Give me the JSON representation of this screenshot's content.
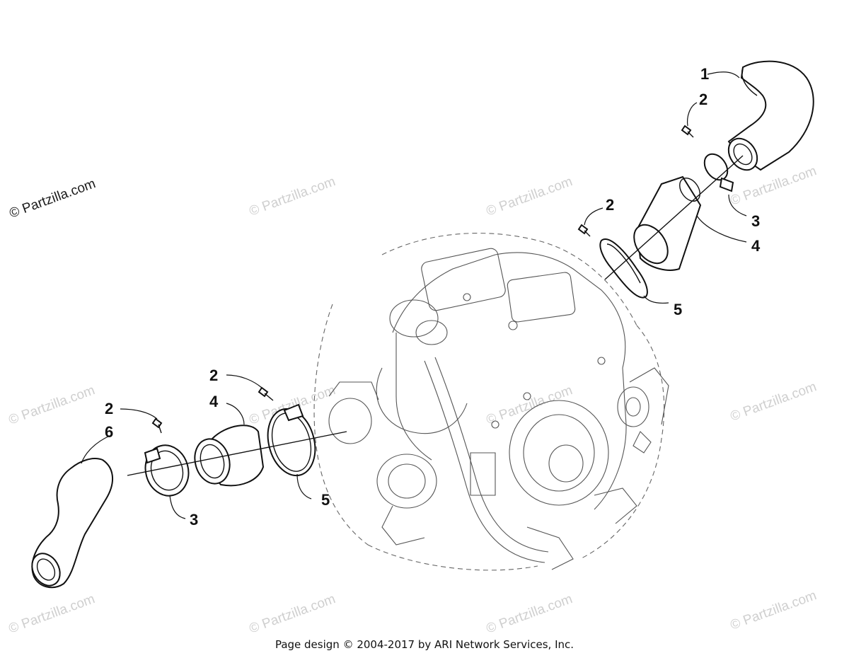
{
  "watermark": {
    "text": "© Partzilla.com"
  },
  "footer": {
    "text": "Page design © 2004-2017 by ARI Network Services, Inc."
  },
  "callouts": {
    "upper": {
      "duct": "1",
      "screw_a": "2",
      "clamp_a": "3",
      "screw_b": "2",
      "boot": "4",
      "clamp_b": "5"
    },
    "lower": {
      "screw_c": "2",
      "screw_d": "2",
      "boot": "4",
      "hose": "6",
      "clamp_b": "5",
      "clamp_a": "3"
    }
  },
  "icons": {
    "screw": "screw-icon"
  }
}
